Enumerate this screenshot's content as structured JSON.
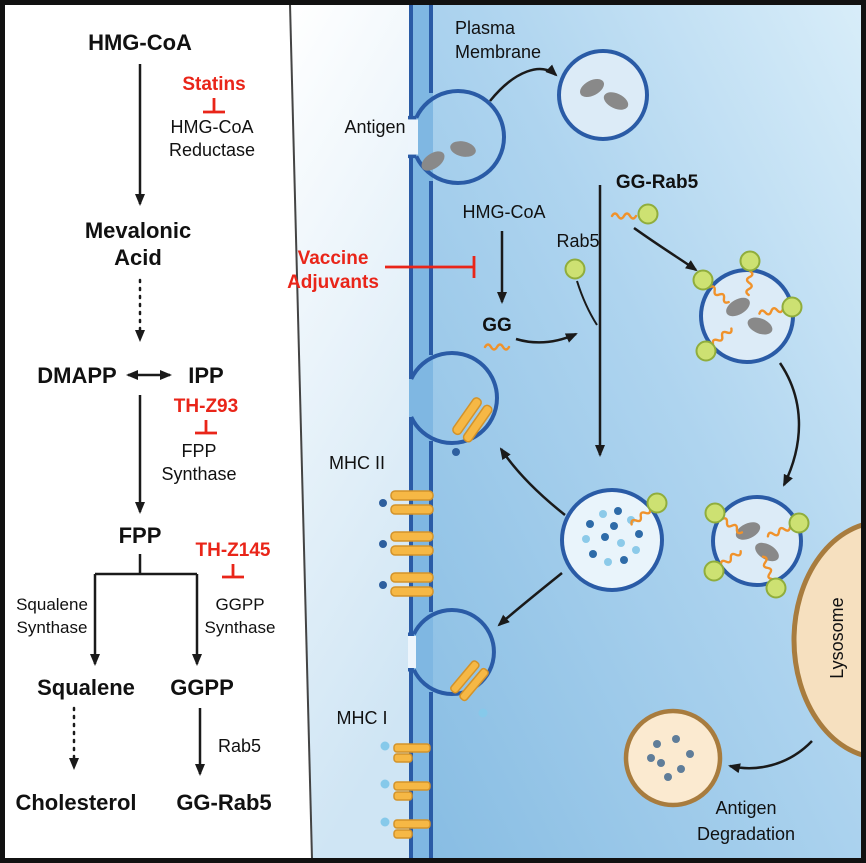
{
  "colors": {
    "accent_red": "#e92519",
    "membrane_blue": "#2a5ba6",
    "membrane_fill": "#7fb7e2",
    "rab5_green": "#cde172",
    "gg_orange": "#f0922b",
    "mhc_orange": "#f6b845",
    "lysosome_tan": "#f6e0bf",
    "lysosome_brown": "#a87c3e",
    "antigen_gray": "#898989"
  },
  "left_panel": {
    "hmg_coa": "HMG-CoA",
    "statins": "Statins",
    "reductase_line1": "HMG-CoA",
    "reductase_line2": "Reductase",
    "mevalonic_line1": "Mevalonic",
    "mevalonic_line2": "Acid",
    "dmapp": "DMAPP",
    "ipp": "IPP",
    "th_z93": "TH-Z93",
    "fpp_synthase_line1": "FPP",
    "fpp_synthase_line2": "Synthase",
    "fpp": "FPP",
    "th_z145": "TH-Z145",
    "squalene_synthase_line1": "Squalene",
    "squalene_synthase_line2": "Synthase",
    "ggpp_synthase_line1": "GGPP",
    "ggpp_synthase_line2": "Synthase",
    "squalene": "Squalene",
    "ggpp": "GGPP",
    "rab5": "Rab5",
    "cholesterol": "Cholesterol",
    "gg_rab5": "GG-Rab5"
  },
  "right_panel": {
    "plasma_membrane_line1": "Plasma",
    "plasma_membrane_line2": "Membrane",
    "antigen": "Antigen",
    "hmg_coa": "HMG-CoA",
    "rab5": "Rab5",
    "gg": "GG",
    "gg_rab5": "GG-Rab5",
    "vaccine_adjuvants_line1": "Vaccine",
    "vaccine_adjuvants_line2": "Adjuvants",
    "mhc_ii": "MHC II",
    "mhc_i": "MHC I",
    "lysosome": "Lysosome",
    "antigen_degradation_line1": "Antigen",
    "antigen_degradation_line2": "Degradation"
  }
}
